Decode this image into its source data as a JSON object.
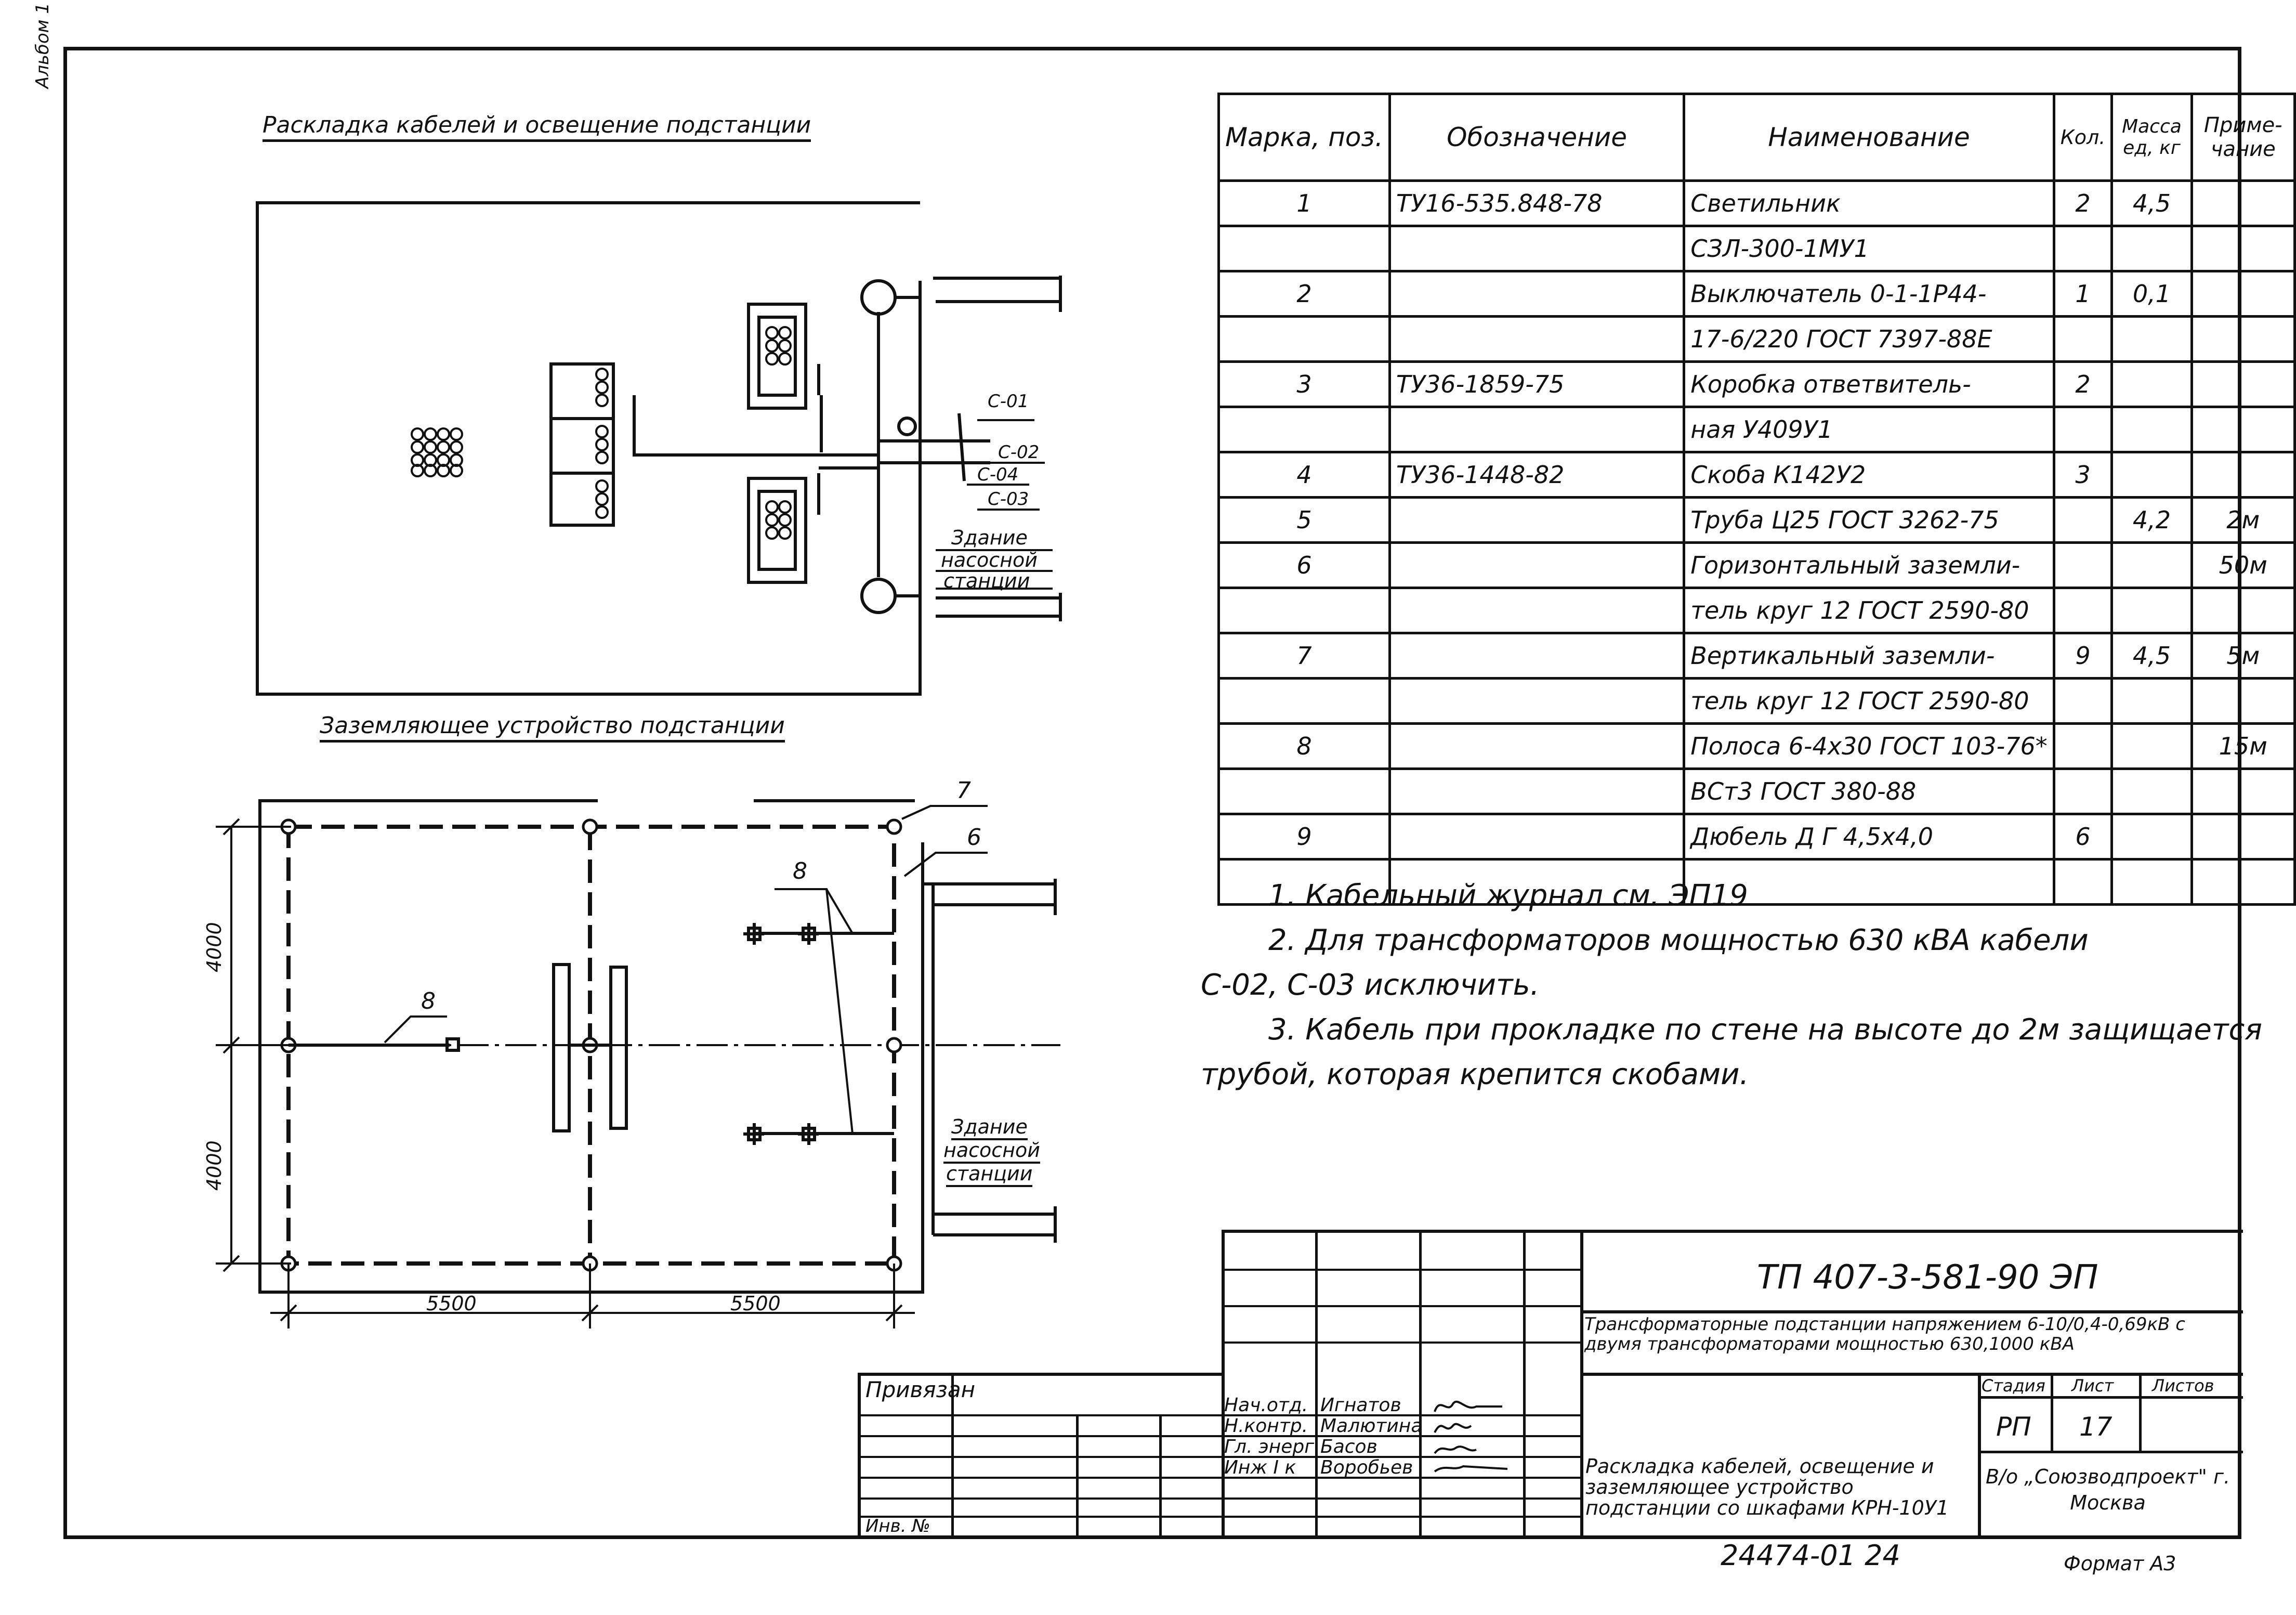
{
  "side_label": "Альбом 1",
  "drawing1_title": "Раскладка кабелей и освещение подстанции",
  "drawing1_cables": [
    "С-01",
    "С-02",
    "С-04",
    "С-03"
  ],
  "building_label": [
    "Здание",
    "насосной",
    "станции"
  ],
  "drawing2_title": "Заземляющее устройство подстанции",
  "drawing2_callouts": [
    "7",
    "6",
    "8",
    "8"
  ],
  "drawing2_dims": {
    "v1": "4000",
    "v2": "4000",
    "h1": "5500",
    "h2": "5500"
  },
  "spec_table": {
    "headers": [
      "Марка, поз.",
      "Обозначение",
      "Наименование",
      "Кол.",
      "Масса ед, кг",
      "Приме-чание"
    ],
    "rows": [
      [
        "1",
        "ТУ16-535.848-78",
        "Светильник",
        "2",
        "4,5",
        ""
      ],
      [
        "",
        "",
        "СЗЛ-300-1МУ1",
        "",
        "",
        ""
      ],
      [
        "2",
        "",
        "Выключатель 0-1-1Р44-",
        "1",
        "0,1",
        ""
      ],
      [
        "",
        "",
        "17-6/220 ГОСТ 7397-88Е",
        "",
        "",
        ""
      ],
      [
        "3",
        "ТУ36-1859-75",
        "Коробка ответвитель-",
        "2",
        "",
        ""
      ],
      [
        "",
        "",
        "ная У409У1",
        "",
        "",
        ""
      ],
      [
        "4",
        "ТУ36-1448-82",
        "Скоба К142У2",
        "3",
        "",
        ""
      ],
      [
        "5",
        "",
        "Труба Ц25 ГОСТ 3262-75",
        "",
        "4,2",
        "2м"
      ],
      [
        "6",
        "",
        "Горизонтальный заземли-",
        "",
        "",
        "50м"
      ],
      [
        "",
        "",
        "тель круг 12 ГОСТ 2590-80",
        "",
        "",
        ""
      ],
      [
        "7",
        "",
        "Вертикальный заземли-",
        "9",
        "4,5",
        "5м"
      ],
      [
        "",
        "",
        "тель круг 12 ГОСТ 2590-80",
        "",
        "",
        ""
      ],
      [
        "8",
        "",
        "Полоса 6-4х30 ГОСТ 103-76*",
        "",
        "",
        "15м"
      ],
      [
        "",
        "",
        "ВСт3 ГОСТ 380-88",
        "",
        "",
        ""
      ],
      [
        "9",
        "",
        "Дюбель Д Г 4,5х4,0",
        "6",
        "",
        ""
      ],
      [
        "",
        "",
        "",
        "",
        "",
        ""
      ]
    ]
  },
  "notes": [
    "1. Кабельный журнал см. ЭП19",
    "2. Для трансформаторов мощностью 630 кВА кабели",
    "С-02, С-03 исключить.",
    "3. Кабель при прокладке по стене на высоте до 2м защищается",
    "трубой, которая крепится скобами."
  ],
  "title_block": {
    "doc_code": "ТП 407-3-581-90 ЭП",
    "project_title": "Трансформаторные подстанции напряжением 6-10/0,4-0,69кВ с двумя трансформаторами мощностью 630,1000 кВА",
    "stage_header": "Стадия",
    "sheet_header": "Лист",
    "sheets_header": "Листов",
    "stage": "РП",
    "sheet": "17",
    "sheets": "",
    "sheet_title": "Раскладка кабелей, освещение и заземляющее устройство подстанции со шкафами КРН-10У1",
    "org": "В/о „Союзводпроект\" г. Москва",
    "bound": "Привязан",
    "inv": "Инв. №",
    "signers": [
      {
        "role": "Нач.отд.",
        "name": "Игнатов"
      },
      {
        "role": "Н.контр.",
        "name": "Малютина"
      },
      {
        "role": "Гл. энерг.",
        "name": "Басов"
      },
      {
        "role": "Инж I к",
        "name": "Воробьев"
      }
    ],
    "archive_no": "24474-01  24",
    "format": "Формат А3"
  }
}
